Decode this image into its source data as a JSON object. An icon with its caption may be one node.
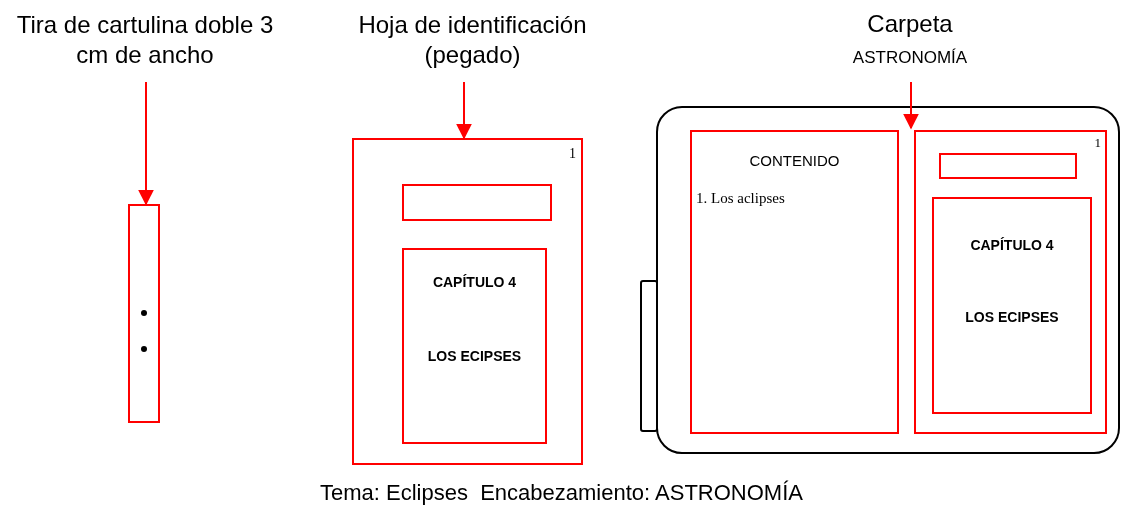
{
  "diagram": {
    "caption": "Tema: Eclipses  Encabezamiento: ASTRONOMÍA",
    "nodes": [
      {
        "text": [
          "Tira de cartulina doble 3 cm de ancho"
        ]
      },
      {
        "text": [],
        "shape": "box"
      },
      {
        "text": [
          "Hoja de identificación (pegado)"
        ]
      },
      {
        "text": [
          "1"
        ]
      },
      {
        "text": [],
        "shape": "box",
        "in": 3
      },
      {
        "text": [
          "CAPÍTULO 4",
          "LOS ECIPSES"
        ],
        "in": 3
      },
      {
        "text": [
          "Carpeta",
          "ASTRONOMÍA"
        ]
      },
      {
        "text": [],
        "shape": "box"
      },
      {
        "text": [
          "CONTENIDO",
          "1. Los aclipses"
        ],
        "in": 7
      },
      {
        "text": [
          "1"
        ],
        "in": 7
      },
      {
        "text": [],
        "shape": "box",
        "in": 9
      },
      {
        "text": [
          "CAPÍTULO 4",
          "LOS ECIPSES"
        ],
        "in": 9
      },
      {
        "text": [],
        "shape": "box"
      }
    ],
    "edges": [
      {
        "from": 0,
        "to": 1,
        "arrow": "to"
      },
      {
        "from": 2,
        "to": 3,
        "arrow": "to"
      },
      {
        "from": 6,
        "to": 9,
        "arrow": "to"
      }
    ]
  }
}
